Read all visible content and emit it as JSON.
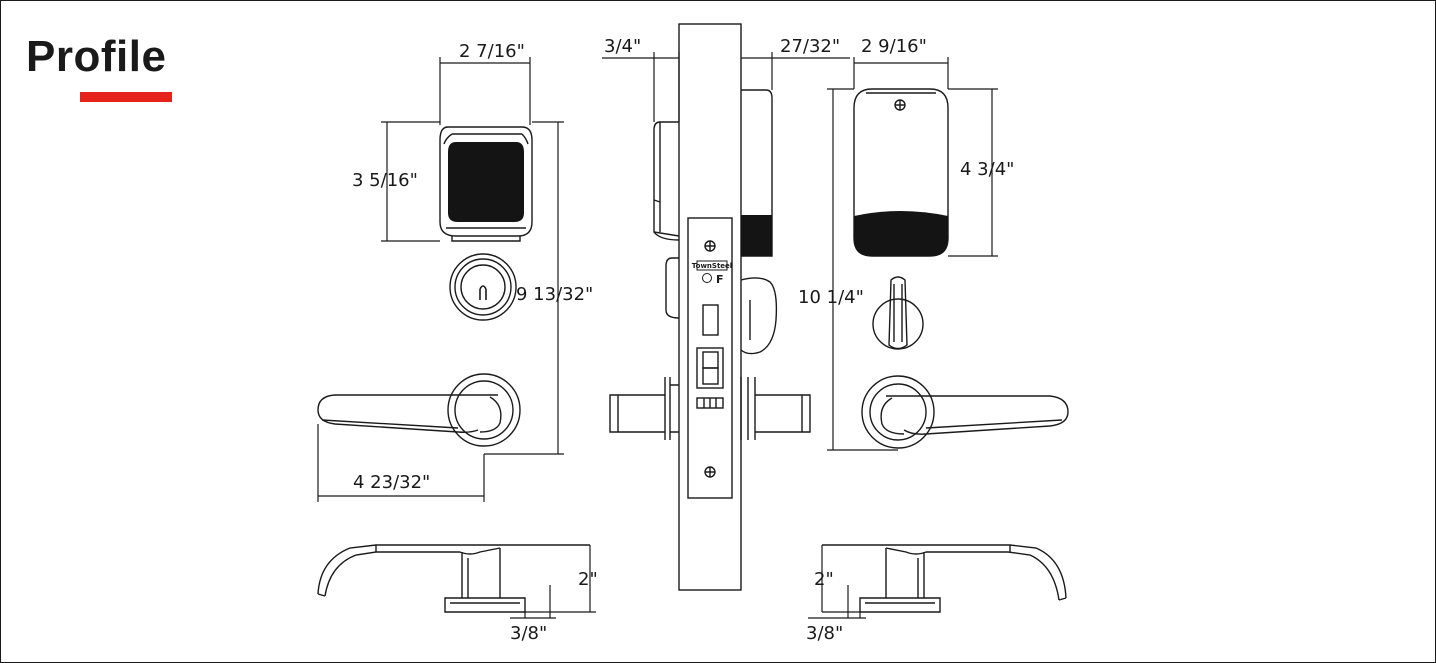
{
  "title": "Profile",
  "colors": {
    "accent": "#e5231b",
    "line": "#1a1a1a",
    "fill_dark": "#141414"
  },
  "dimensions": {
    "trim_width": "2 7/16\"",
    "trim_height": "3 5/16\"",
    "overall_height": "9 13/32\"",
    "lever_length": "4 23/32\"",
    "lever_projection_left": "2\"",
    "rose_thickness_left": "3/8\"",
    "side_left_offset": "3/4\"",
    "side_right_offset": "27/32\"",
    "rear_width": "2 9/16\"",
    "rear_cover_height": "4 3/4\"",
    "rear_overall_height": "10 1/4\"",
    "lever_projection_right": "2\"",
    "rose_thickness_right": "3/8\""
  },
  "mortise": {
    "brand": "TownSteel",
    "rating_mark": "F"
  }
}
